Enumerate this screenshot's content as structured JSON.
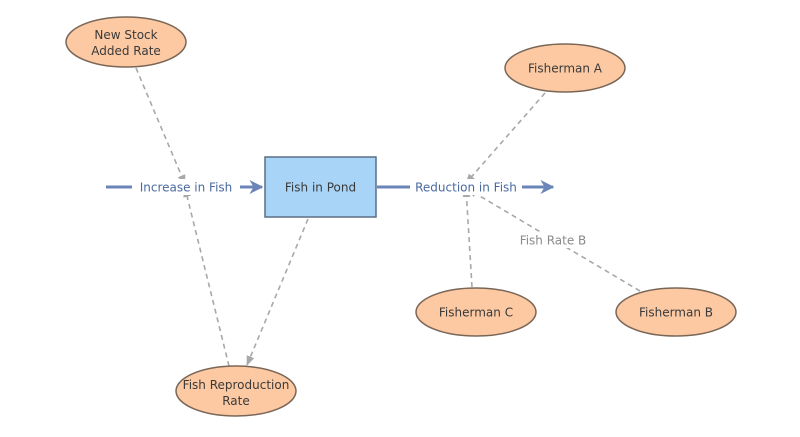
{
  "colors": {
    "aux_fill": "#fcc9a3",
    "aux_stroke": "#7a6656",
    "stock_fill": "#a8d4f8",
    "stock_stroke": "#5a6f86",
    "flow": "#6b85b8",
    "link": "#a8a8a8"
  },
  "diagram": {
    "stock": {
      "label": "Fish in Pond"
    },
    "flows": {
      "inflow": {
        "label": "Increase in Fish"
      },
      "outflow": {
        "label": "Reduction in Fish"
      }
    },
    "auxiliaries": {
      "new_stock": {
        "lines": [
          "New Stock",
          "Added Rate"
        ]
      },
      "reproduction": {
        "lines": [
          "Fish Reproduction",
          "Rate"
        ]
      },
      "fisherman_a": {
        "label": "Fisherman A"
      },
      "fisherman_b": {
        "label": "Fisherman B"
      },
      "fisherman_c": {
        "label": "Fisherman C"
      }
    },
    "link_labels": {
      "fish_rate_b": "Fish Rate B"
    }
  }
}
